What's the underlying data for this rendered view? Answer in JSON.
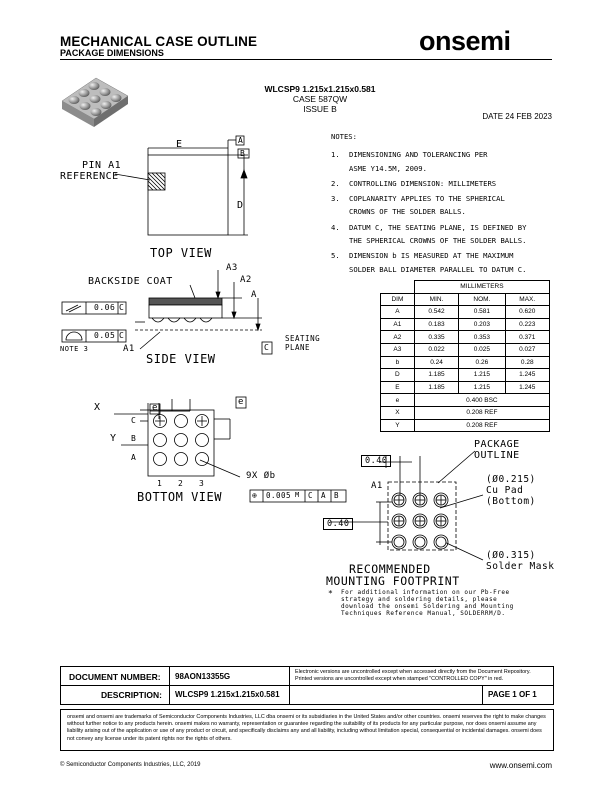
{
  "header": {
    "title": "MECHANICAL CASE OUTLINE",
    "subtitle": "PACKAGE DIMENSIONS",
    "logo": "onsemi"
  },
  "package": {
    "name": "WLCSP9 1.215x1.215x0.581",
    "case": "CASE 587QW",
    "issue": "ISSUE B",
    "date": "DATE 24 FEB 2023"
  },
  "notes": {
    "heading": "NOTES:",
    "items": [
      {
        "num": "1.",
        "line1": "DIMENSIONING AND TOLERANCING PER",
        "line2": "ASME Y14.5M, 2009."
      },
      {
        "num": "2.",
        "line1": "CONTROLLING DIMENSION: MILLIMETERS",
        "line2": ""
      },
      {
        "num": "3.",
        "line1": "COPLANARITY APPLIES TO THE SPHERICAL",
        "line2": "CROWNS OF THE SOLDER BALLS."
      },
      {
        "num": "4.",
        "line1": "DATUM C, THE SEATING PLANE, IS DEFINED BY",
        "line2": "THE SPHERICAL CROWNS OF THE SOLDER BALLS."
      },
      {
        "num": "5.",
        "line1": "DIMENSION b IS MEASURED AT THE MAXIMUM",
        "line2": "SOLDER BALL DIAMETER PARALLEL TO DATUM C."
      }
    ]
  },
  "top_view": {
    "title": "TOP VIEW",
    "pin_label_1": "PIN A1",
    "pin_label_2": "REFERENCE",
    "dim_e": "E",
    "dim_d": "D",
    "datum_a": "A",
    "datum_b": "B"
  },
  "side_view": {
    "title": "SIDE VIEW",
    "backside": "BACKSIDE COAT",
    "a3": "A3",
    "a2": "A2",
    "a": "A",
    "a1": "A1",
    "tol1_value": "0.06",
    "tol1_datum": "C",
    "tol2_value": "0.05",
    "tol2_datum": "C",
    "note3": "NOTE 3",
    "datum_c": "C",
    "seating1": "SEATING",
    "seating2": "PLANE"
  },
  "bottom_view": {
    "title": "BOTTOM VIEW",
    "x": "X",
    "y": "Y",
    "e": "e",
    "c": "C",
    "b": "B",
    "a": "A",
    "cols": [
      "1",
      "2",
      "3"
    ],
    "ballnote": "9X Øb",
    "fcf_sym": "⊕",
    "fcf_value": "0.005",
    "fcf_m": "M",
    "fcf_c": "C",
    "fcf_a": "A",
    "fcf_b": "B"
  },
  "dim_table": {
    "header": "MILLIMETERS",
    "columns": [
      "DIM",
      "MIN.",
      "NOM.",
      "MAX."
    ],
    "rows": [
      [
        "A",
        "0.542",
        "0.581",
        "0.620"
      ],
      [
        "A1",
        "0.183",
        "0.203",
        "0.223"
      ],
      [
        "A2",
        "0.335",
        "0.353",
        "0.371"
      ],
      [
        "A3",
        "0.022",
        "0.025",
        "0.027"
      ],
      [
        "b",
        "0.24",
        "0.26",
        "0.28"
      ],
      [
        "D",
        "1.185",
        "1.215",
        "1.245"
      ],
      [
        "E",
        "1.185",
        "1.215",
        "1.245"
      ]
    ],
    "span_rows": [
      [
        "e",
        "0.400 BSC"
      ],
      [
        "X",
        "0.208 REF"
      ],
      [
        "Y",
        "0.208 REF"
      ]
    ]
  },
  "footprint": {
    "pitch_top": "0.40",
    "pitch_left": "0.40",
    "a1": "A1",
    "pkg1": "PACKAGE",
    "pkg2": "OUTLINE",
    "cu1": "(Ø0.215)",
    "cu2": "Cu Pad",
    "cu3": "(Bottom)",
    "sm1": "(Ø0.315)",
    "sm2": "Solder Mask",
    "title1": "RECOMMENDED",
    "title2": "MOUNTING FOOTPRINT",
    "note_star": "*",
    "note1": "For additional information on our Pb-Free",
    "note2": "strategy and soldering details, please",
    "note3": "download the onsemi Soldering and Mounting",
    "note4": "Techniques Reference Manual, SOLDERRM/D."
  },
  "doc_block": {
    "docnum_label": "DOCUMENT NUMBER:",
    "docnum": "98AON13355G",
    "desc_label": "DESCRIPTION:",
    "desc": "WLCSP9 1.215x1.215x0.581",
    "electronic1": "Electronic versions are uncontrolled except when accessed directly from the Document Repository.",
    "electronic2": "Printed versions are uncontrolled except when stamped \"CONTROLLED COPY\" in red.",
    "page": "PAGE 1 OF 1"
  },
  "disclaimer": "onsemi and onsemi are trademarks of Semiconductor Components Industries, LLC dba onsemi or its subsidiaries in the United States and/or other countries. onsemi reserves the right to make changes without further notice to any products herein. onsemi makes no warranty, representation or guarantee regarding the suitability of its products for any particular purpose, nor does onsemi assume any liability arising out of the application or use of any product or circuit, and specifically disclaims any and all liability, including without limitation special, consequential or incidental damages. onsemi does not convey any license under its patent rights nor the rights of others.",
  "footer": {
    "copyright": "© Semiconductor Components Industries, LLC, 2019",
    "url": "www.onsemi.com"
  }
}
